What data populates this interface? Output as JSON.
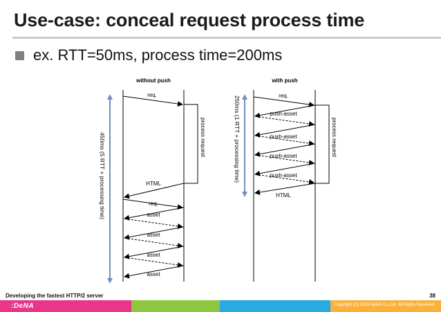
{
  "slide": {
    "title": "Use-case: conceal request process time",
    "bullet": "ex. RTT=50ms, process time=200ms"
  },
  "diagram": {
    "left": {
      "heading": "without push",
      "request_label": "req.",
      "process_label": "process request",
      "html_label": "HTML",
      "second_request_label": "req.",
      "asset_labels": [
        "asset",
        "asset",
        "asset",
        "asset"
      ],
      "duration_label": "450ms (5 RTT + processing time)"
    },
    "right": {
      "heading": "with push",
      "request_label": "req.",
      "process_label": "process request",
      "push_labels": [
        "push-asset",
        "push-asset",
        "push-asset",
        "push-asset"
      ],
      "html_label": "HTML",
      "duration_label": "250ms (1 RTT + processing time)"
    }
  },
  "footer": {
    "title": "Developing the fastest HTTP/2 server",
    "page": "38",
    "logo": ":DeNA",
    "copyright": "Copyright (C) 2016 DeNA Co.,Ltd. All Rights Reserved.",
    "bar_colors": [
      "#e8378a",
      "#8dc63f",
      "#29abe2",
      "#fbb03b"
    ]
  },
  "colors": {
    "duration_arrow": "#6f8fbf",
    "lines": "#000000"
  }
}
